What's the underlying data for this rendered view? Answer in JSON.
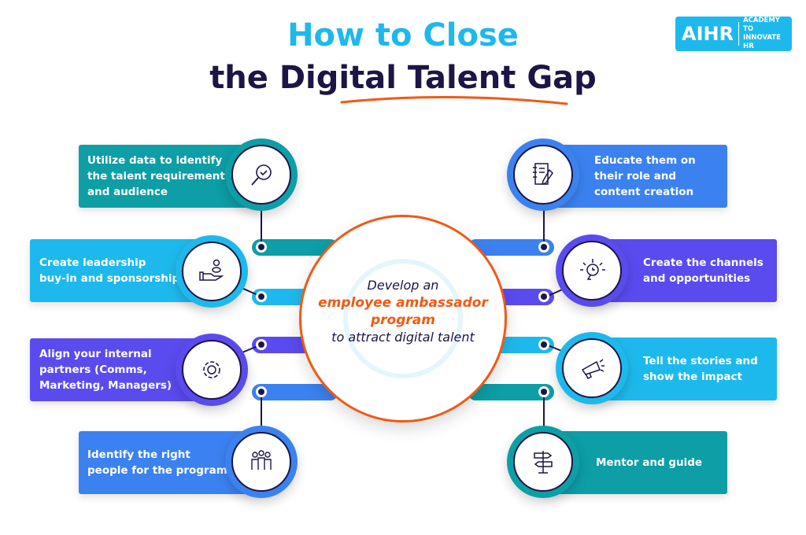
{
  "title": {
    "line1": "How to Close",
    "line2": "the Digital Talent Gap"
  },
  "logo": {
    "mark": "AIHR",
    "tagline_1": "ACADEMY TO",
    "tagline_2": "INNOVATE HR"
  },
  "center": {
    "line1": "Develop an",
    "highlight1": "employee ambassador",
    "highlight2": "program",
    "line2": "to attract digital talent"
  },
  "colors": {
    "teal": "#0d9ea6",
    "light_blue": "#1eb9ec",
    "purple": "#5a4bef",
    "blue": "#3b82f0",
    "orange": "#f05a14",
    "navy": "#1d1545"
  },
  "left_steps": [
    {
      "lines": [
        "Utilize data to identify",
        "the talent requirements",
        "and audience"
      ],
      "icon": "magnifier-check-icon",
      "color": "teal"
    },
    {
      "lines": [
        "Create leadership",
        "buy-in and sponsorship"
      ],
      "icon": "hand-person-icon",
      "color": "light_blue"
    },
    {
      "lines": [
        "Align your internal",
        "partners (Comms,",
        "Marketing, Managers)"
      ],
      "icon": "gear-icon",
      "color": "purple"
    },
    {
      "lines": [
        "Identify the right",
        "people for the program"
      ],
      "icon": "people-group-icon",
      "color": "blue"
    }
  ],
  "right_steps": [
    {
      "lines": [
        "Educate them on",
        "their role and",
        "content creation"
      ],
      "icon": "notebook-pen-icon",
      "color": "blue"
    },
    {
      "lines": [
        "Create the channels",
        "and opportunities"
      ],
      "icon": "lightbulb-icon",
      "color": "purple"
    },
    {
      "lines": [
        "Tell the stories and",
        "show the impact"
      ],
      "icon": "megaphone-icon",
      "color": "light_blue"
    },
    {
      "lines": [
        "Mentor and guide"
      ],
      "icon": "signpost-icon",
      "color": "teal"
    }
  ]
}
